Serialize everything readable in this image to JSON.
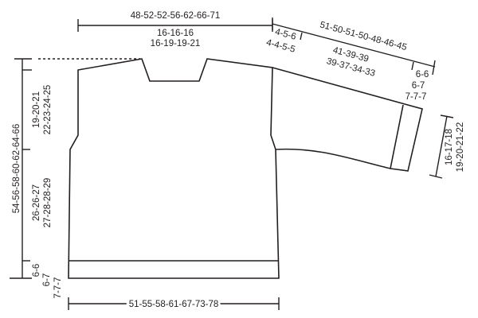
{
  "top": {
    "width": "48-52-52-56-62-66-71",
    "neck_1": "16-16-16",
    "neck_2": "16-19-19-21"
  },
  "sleeve": {
    "length": "51-50-51-50-48-46-45",
    "cap_1": "4-5-6",
    "cap_2": "4-4-5-5",
    "mid_1": "41-39-39",
    "mid_2": "39-37-34-33",
    "cuff_1": "6-6",
    "cuff_2": "6-7",
    "cuff_3": "7-7-7",
    "cuff_width_1": "16-17-18",
    "cuff_width_2": "19-20-21-22"
  },
  "left": {
    "total": "54-56-58-60-62-64-66",
    "armhole_1": "19-20-21",
    "armhole_2": "22-23-24-25",
    "body_1": "26-26-27",
    "body_2": "27-28-28-29",
    "rib_1": "6-6",
    "rib_2": "6-7",
    "rib_3": "7-7-7"
  },
  "bottom": {
    "width": "51-55-58-61-67-73-78"
  }
}
